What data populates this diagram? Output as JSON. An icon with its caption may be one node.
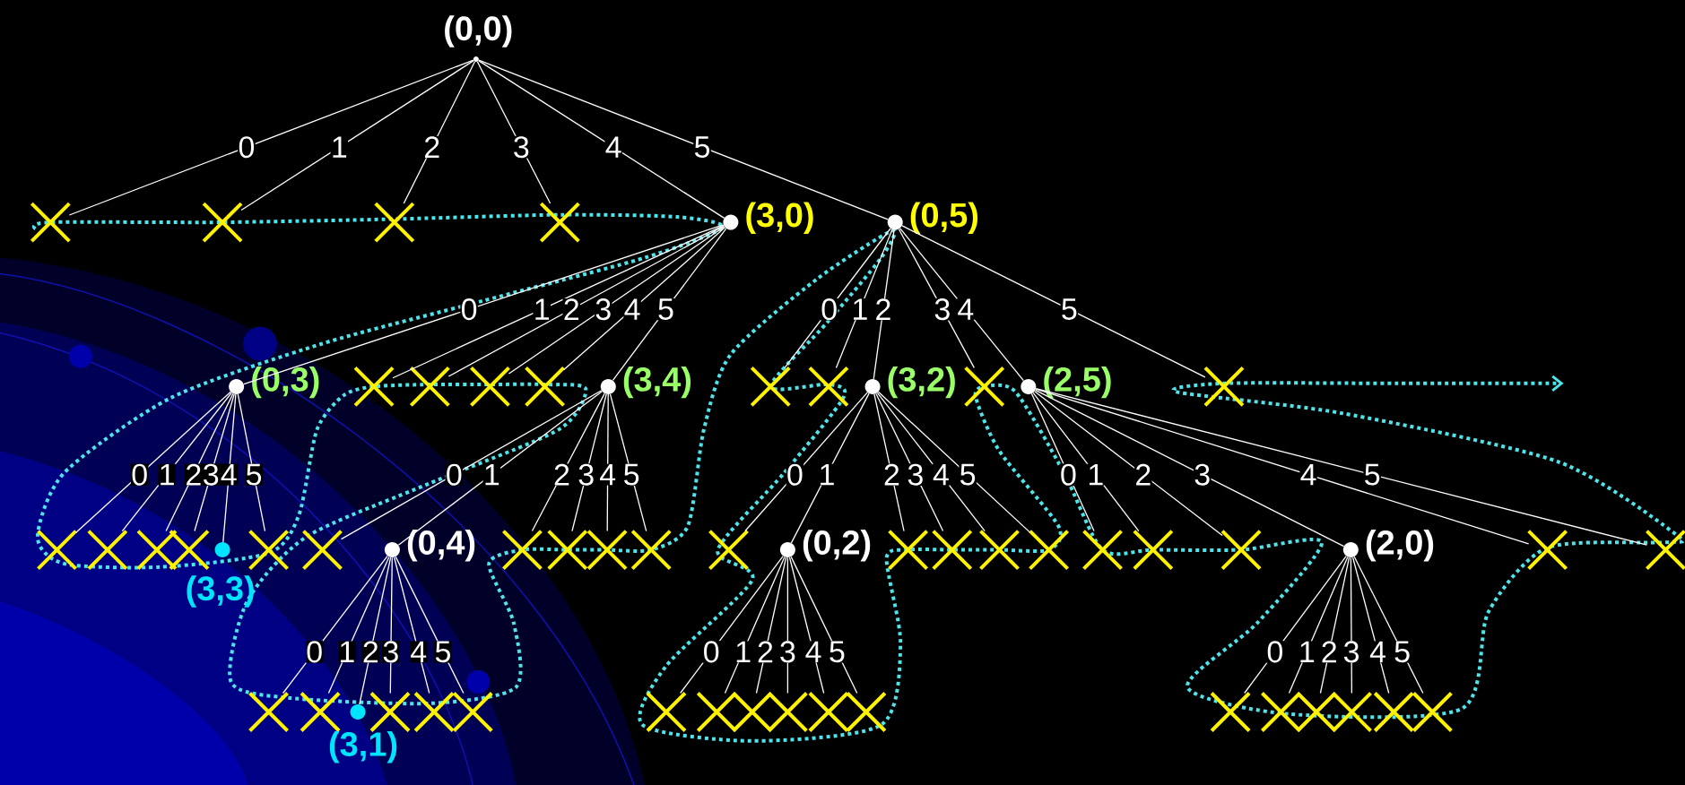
{
  "diagram": {
    "nodes": [
      {
        "text": [],
        "shape": "circle",
        "beside": [
          "(0,0)"
        ]
      },
      {
        "text": [],
        "shape": "cross"
      },
      {
        "text": [],
        "shape": "cross"
      },
      {
        "text": [],
        "shape": "cross"
      },
      {
        "text": [],
        "shape": "cross"
      },
      {
        "text": [],
        "shape": "circle",
        "beside": [
          "(3,0)"
        ]
      },
      {
        "text": [],
        "shape": "circle",
        "beside": [
          "(0,5)"
        ]
      },
      {
        "text": [],
        "shape": "circle",
        "beside": [
          "(0,3)"
        ]
      },
      {
        "text": [],
        "shape": "cross"
      },
      {
        "text": [],
        "shape": "cross"
      },
      {
        "text": [],
        "shape": "cross"
      },
      {
        "text": [],
        "shape": "cross"
      },
      {
        "text": [],
        "shape": "circle",
        "beside": [
          "(3,4)"
        ]
      },
      {
        "text": [],
        "shape": "cross"
      },
      {
        "text": [],
        "shape": "cross"
      },
      {
        "text": [],
        "shape": "circle",
        "beside": [
          "(3,2)"
        ]
      },
      {
        "text": [],
        "shape": "cross"
      },
      {
        "text": [],
        "shape": "circle",
        "beside": [
          "(2,5)"
        ]
      },
      {
        "text": [],
        "shape": "cross"
      },
      {
        "text": [],
        "shape": "cross"
      },
      {
        "text": [],
        "shape": "cross"
      },
      {
        "text": [],
        "shape": "cross"
      },
      {
        "text": [],
        "shape": "cross"
      },
      {
        "text": [],
        "shape": "circle",
        "beside": [
          "(3,3)"
        ]
      },
      {
        "text": [],
        "shape": "cross"
      },
      {
        "text": [],
        "shape": "cross"
      },
      {
        "text": [],
        "shape": "circle",
        "beside": [
          "(0,4)"
        ]
      },
      {
        "text": [],
        "shape": "cross"
      },
      {
        "text": [],
        "shape": "cross"
      },
      {
        "text": [],
        "shape": "cross"
      },
      {
        "text": [],
        "shape": "cross"
      },
      {
        "text": [],
        "shape": "cross"
      },
      {
        "text": [],
        "shape": "circle",
        "beside": [
          "(0,2)"
        ]
      },
      {
        "text": [],
        "shape": "cross"
      },
      {
        "text": [],
        "shape": "cross"
      },
      {
        "text": [],
        "shape": "cross"
      },
      {
        "text": [],
        "shape": "cross"
      },
      {
        "text": [],
        "shape": "cross"
      },
      {
        "text": [],
        "shape": "cross"
      },
      {
        "text": [],
        "shape": "cross"
      },
      {
        "text": [],
        "shape": "circle",
        "beside": [
          "(2,0)"
        ]
      },
      {
        "text": [],
        "shape": "cross"
      },
      {
        "text": [],
        "shape": "cross"
      },
      {
        "text": [],
        "shape": "cross"
      },
      {
        "text": [],
        "shape": "cross"
      },
      {
        "text": [],
        "shape": "circle",
        "beside": [
          "(3,1)"
        ]
      },
      {
        "text": [],
        "shape": "cross"
      },
      {
        "text": [],
        "shape": "cross"
      },
      {
        "text": [],
        "shape": "cross"
      },
      {
        "text": [],
        "shape": "cross"
      },
      {
        "text": [],
        "shape": "cross"
      },
      {
        "text": [],
        "shape": "cross"
      },
      {
        "text": [],
        "shape": "cross"
      },
      {
        "text": [],
        "shape": "cross"
      },
      {
        "text": [],
        "shape": "cross"
      },
      {
        "text": [],
        "shape": "cross"
      },
      {
        "text": [],
        "shape": "cross"
      },
      {
        "text": [],
        "shape": "cross"
      },
      {
        "text": [],
        "shape": "cross"
      },
      {
        "text": [],
        "shape": "cross"
      },
      {
        "text": [],
        "shape": "cross"
      }
    ],
    "edges": [
      {
        "from": 0,
        "to": 1,
        "arrow": "none",
        "label": "0"
      },
      {
        "from": 0,
        "to": 2,
        "arrow": "none",
        "label": "1"
      },
      {
        "from": 0,
        "to": 3,
        "arrow": "none",
        "label": "2"
      },
      {
        "from": 0,
        "to": 4,
        "arrow": "none",
        "label": "3"
      },
      {
        "from": 0,
        "to": 5,
        "arrow": "none",
        "label": "4"
      },
      {
        "from": 0,
        "to": 6,
        "arrow": "none",
        "label": "5"
      },
      {
        "from": 5,
        "to": 7,
        "arrow": "none",
        "label": "0"
      },
      {
        "from": 5,
        "to": 8,
        "arrow": "none",
        "label": "1"
      },
      {
        "from": 5,
        "to": 9,
        "arrow": "none",
        "label": "2"
      },
      {
        "from": 5,
        "to": 10,
        "arrow": "none",
        "label": "3"
      },
      {
        "from": 5,
        "to": 11,
        "arrow": "none",
        "label": "4"
      },
      {
        "from": 5,
        "to": 12,
        "arrow": "none",
        "label": "5"
      },
      {
        "from": 6,
        "to": 13,
        "arrow": "none",
        "label": "0"
      },
      {
        "from": 6,
        "to": 14,
        "arrow": "none",
        "label": "1"
      },
      {
        "from": 6,
        "to": 15,
        "arrow": "none",
        "label": "2"
      },
      {
        "from": 6,
        "to": 16,
        "arrow": "none",
        "label": "3"
      },
      {
        "from": 6,
        "to": 17,
        "arrow": "none",
        "label": "4"
      },
      {
        "from": 6,
        "to": 18,
        "arrow": "none",
        "label": "5"
      },
      {
        "from": 7,
        "to": 19,
        "arrow": "none",
        "label": "0"
      },
      {
        "from": 7,
        "to": 20,
        "arrow": "none",
        "label": "1"
      },
      {
        "from": 7,
        "to": 21,
        "arrow": "none",
        "label": "2"
      },
      {
        "from": 7,
        "to": 22,
        "arrow": "none",
        "label": "3"
      },
      {
        "from": 7,
        "to": 23,
        "arrow": "none",
        "label": "4"
      },
      {
        "from": 7,
        "to": 24,
        "arrow": "none",
        "label": "5"
      },
      {
        "from": 12,
        "to": 25,
        "arrow": "none",
        "label": "0"
      },
      {
        "from": 12,
        "to": 26,
        "arrow": "none",
        "label": "1"
      },
      {
        "from": 12,
        "to": 27,
        "arrow": "none",
        "label": "2"
      },
      {
        "from": 12,
        "to": 28,
        "arrow": "none",
        "label": "3"
      },
      {
        "from": 12,
        "to": 29,
        "arrow": "none",
        "label": "4"
      },
      {
        "from": 12,
        "to": 30,
        "arrow": "none",
        "label": "5"
      },
      {
        "from": 15,
        "to": 31,
        "arrow": "none",
        "label": "0"
      },
      {
        "from": 15,
        "to": 32,
        "arrow": "none",
        "label": "1"
      },
      {
        "from": 15,
        "to": 33,
        "arrow": "none",
        "label": "2"
      },
      {
        "from": 15,
        "to": 34,
        "arrow": "none",
        "label": "3"
      },
      {
        "from": 15,
        "to": 35,
        "arrow": "none",
        "label": "4"
      },
      {
        "from": 15,
        "to": 36,
        "arrow": "none",
        "label": "5"
      },
      {
        "from": 17,
        "to": 37,
        "arrow": "none",
        "label": "0"
      },
      {
        "from": 17,
        "to": 38,
        "arrow": "none",
        "label": "1"
      },
      {
        "from": 17,
        "to": 39,
        "arrow": "none",
        "label": "2"
      },
      {
        "from": 17,
        "to": 40,
        "arrow": "none",
        "label": "3"
      },
      {
        "from": 17,
        "to": 41,
        "arrow": "none",
        "label": "4"
      },
      {
        "from": 17,
        "to": 42,
        "arrow": "none",
        "label": "5"
      },
      {
        "from": 26,
        "to": 43,
        "arrow": "none",
        "label": "0"
      },
      {
        "from": 26,
        "to": 44,
        "arrow": "none",
        "label": "1"
      },
      {
        "from": 26,
        "to": 45,
        "arrow": "none",
        "label": "2"
      },
      {
        "from": 26,
        "to": 46,
        "arrow": "none",
        "label": "3"
      },
      {
        "from": 26,
        "to": 47,
        "arrow": "none",
        "label": "4"
      },
      {
        "from": 26,
        "to": 48,
        "arrow": "none",
        "label": "5"
      },
      {
        "from": 32,
        "to": 49,
        "arrow": "none",
        "label": "0"
      },
      {
        "from": 32,
        "to": 50,
        "arrow": "none",
        "label": "1"
      },
      {
        "from": 32,
        "to": 51,
        "arrow": "none",
        "label": "2"
      },
      {
        "from": 32,
        "to": 52,
        "arrow": "none",
        "label": "3"
      },
      {
        "from": 32,
        "to": 53,
        "arrow": "none",
        "label": "4"
      },
      {
        "from": 32,
        "to": 54,
        "arrow": "none",
        "label": "5"
      },
      {
        "from": 40,
        "to": 55,
        "arrow": "none",
        "label": "0"
      },
      {
        "from": 40,
        "to": 56,
        "arrow": "none",
        "label": "1"
      },
      {
        "from": 40,
        "to": 57,
        "arrow": "none",
        "label": "2"
      },
      {
        "from": 40,
        "to": 58,
        "arrow": "none",
        "label": "3"
      },
      {
        "from": 40,
        "to": 59,
        "arrow": "none",
        "label": "4"
      },
      {
        "from": 40,
        "to": 60,
        "arrow": "none",
        "label": "5"
      }
    ]
  }
}
